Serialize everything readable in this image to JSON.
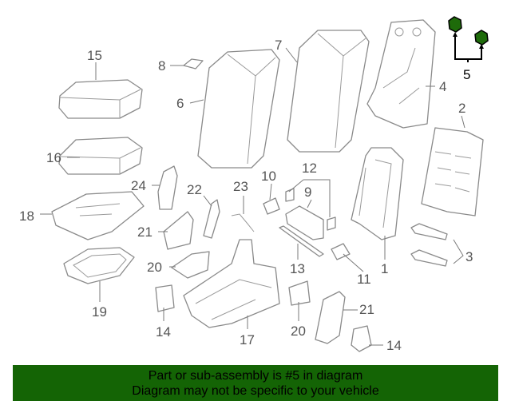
{
  "diagram": {
    "callouts": {
      "c1": "1",
      "c2": "2",
      "c3": "3",
      "c4": "4",
      "c5": "5",
      "c6": "6",
      "c7": "7",
      "c8": "8",
      "c9": "9",
      "c10": "10",
      "c11": "11",
      "c12": "12",
      "c13": "13",
      "c14a": "14",
      "c14b": "14",
      "c15": "15",
      "c16": "16",
      "c17": "17",
      "c18": "18",
      "c19": "19",
      "c20a": "20",
      "c20b": "20",
      "c21a": "21",
      "c21b": "21",
      "c22": "22",
      "c23": "23",
      "c24": "24"
    },
    "highlight_color": "#1e6b0a"
  },
  "banner": {
    "line1": "Part or sub-assembly is #5 in diagram",
    "line2": "Diagram may not be specific to your vehicle",
    "color": "#146405"
  }
}
